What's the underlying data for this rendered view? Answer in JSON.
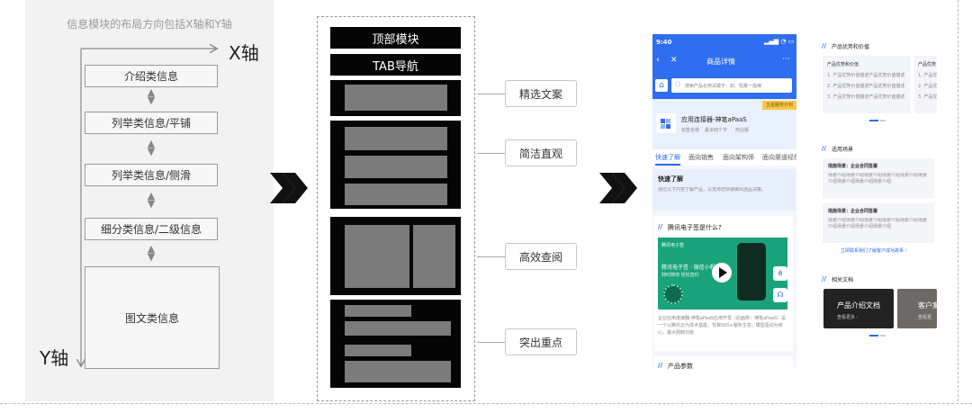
{
  "left": {
    "caption": "信息模块的布局方向包括X轴和Y轴",
    "x_axis_label": "X轴",
    "y_axis_label": "Y轴",
    "modules": [
      "介绍类信息",
      "列举类信息/平铺",
      "列举类信息/侧滑",
      "细分类信息/二级信息",
      "图文类信息"
    ]
  },
  "middle": {
    "top_module": "顶部模块",
    "tab_nav": "TAB导航",
    "tags": [
      "精选文案",
      "简洁直观",
      "高效查阅",
      "突出重点"
    ]
  },
  "phone": {
    "time": "9:40",
    "nav_title": "商品详情",
    "search_placeholder": "搜索产品名称关键字，如：轻量一指禅",
    "badge": "五星服务计划",
    "product_name": "应用连接器-神笔aPaaS",
    "product_tags": [
      "标签名称",
      "最多四个字",
      "商业版"
    ],
    "tabs": [
      "快速了解",
      "面向销售",
      "面向架构师",
      "面向渠道经理"
    ],
    "quick_title": "快速了解",
    "quick_desc": "通过以下内容了解产品，以支持您快速做出选品决策。",
    "section_title": "腾讯电子签是什么?",
    "video_brand": "腾讯电子签",
    "video_title": "腾讯电子签 · 微信小程序",
    "video_sub": "随时随地 轻松签约",
    "article_text": "企业应用连接器-神笔aPaaS应用开发（后面称：神笔aPaaS）是一个以腾讯云为技术基座，背靠500+服务生态，模型驱动为核心，最大限制功能",
    "bottom_title": "产品参数"
  },
  "right": {
    "panel1_title": "产品优势和价值",
    "panel1_card1_title": "产品优势和价值",
    "panel1_card2_title": "产品优势",
    "panel1_lines": [
      "1. 产品优势价值描述产品优势价值描述",
      "2. 产品优势价值描述产品优势价值描述",
      "3. 产品优势价值描述产品优势价值描述"
    ],
    "panel2_title": "适用场景",
    "scene_title_1": "措施场景：企业合同签署",
    "scene_title_2": "措施场景：企业合同签署",
    "scene_text": "场景介绍场景介绍场景介绍场景介绍场景介绍场景介绍场景介绍场景介绍场景介绍",
    "panel2_link": "立即联系我们了解客户成功故事 ›",
    "panel3_title": "相关文档",
    "doc1_title": "产品介绍文档",
    "doc1_link": "查看更多 ›",
    "doc2_title": "客户案",
    "doc2_link": "查看更"
  },
  "colors": {
    "accent": "#2a6cf6",
    "phone_header": "#2f6ef0",
    "wireframe_black": "#050505",
    "wireframe_gray": "#7b7b7b"
  }
}
